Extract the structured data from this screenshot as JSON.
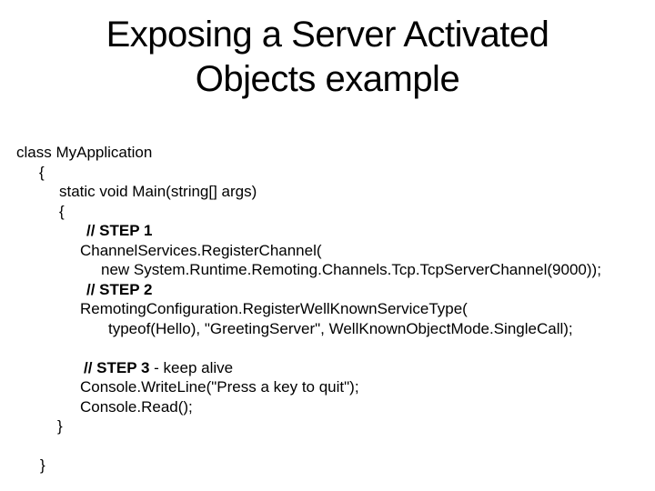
{
  "slide": {
    "background_color": "#ffffff",
    "text_color": "#000000"
  },
  "title": {
    "lines": [
      "Exposing a Server Activated",
      "Objects example"
    ]
  },
  "code": {
    "lines": [
      {
        "indent": 18,
        "segments": [
          {
            "text": "class MyApplication",
            "bold": false
          }
        ]
      },
      {
        "indent": 43,
        "segments": [
          {
            "text": "{",
            "bold": false
          }
        ]
      },
      {
        "indent": 65,
        "segments": [
          {
            "text": "static void Main(string[] args)",
            "bold": false
          }
        ]
      },
      {
        "indent": 65,
        "segments": [
          {
            "text": "{",
            "bold": false
          }
        ]
      },
      {
        "indent": 95,
        "segments": [
          {
            "text": "// STEP 1",
            "bold": true
          }
        ]
      },
      {
        "indent": 88,
        "segments": [
          {
            "text": "ChannelServices.RegisterChannel(",
            "bold": false
          }
        ]
      },
      {
        "indent": 111,
        "segments": [
          {
            "text": "new System.Runtime.Remoting.Channels.Tcp.TcpServerChannel(9000));",
            "bold": false
          }
        ]
      },
      {
        "indent": 95,
        "segments": [
          {
            "text": "// STEP 2",
            "bold": true
          }
        ]
      },
      {
        "indent": 88,
        "segments": [
          {
            "text": "RemotingConfiguration.RegisterWellKnownServiceType(",
            "bold": false
          }
        ]
      },
      {
        "indent": 119,
        "segments": [
          {
            "text": "typeof(Hello), \"GreetingServer\", WellKnownObjectMode.SingleCall);",
            "bold": false
          }
        ]
      },
      {
        "indent": 0,
        "segments": []
      },
      {
        "indent": 92,
        "segments": [
          {
            "text": "// STEP 3",
            "bold": true
          },
          {
            "text": " - keep alive",
            "bold": false
          }
        ]
      },
      {
        "indent": 88,
        "segments": [
          {
            "text": "Console.WriteLine(\"Press a key to quit\");",
            "bold": false
          }
        ]
      },
      {
        "indent": 88,
        "segments": [
          {
            "text": "Console.Read();",
            "bold": false
          }
        ]
      },
      {
        "indent": 63,
        "segments": [
          {
            "text": "}",
            "bold": false
          }
        ]
      },
      {
        "indent": 0,
        "segments": []
      },
      {
        "indent": 44,
        "segments": [
          {
            "text": "}",
            "bold": false
          }
        ]
      }
    ]
  }
}
